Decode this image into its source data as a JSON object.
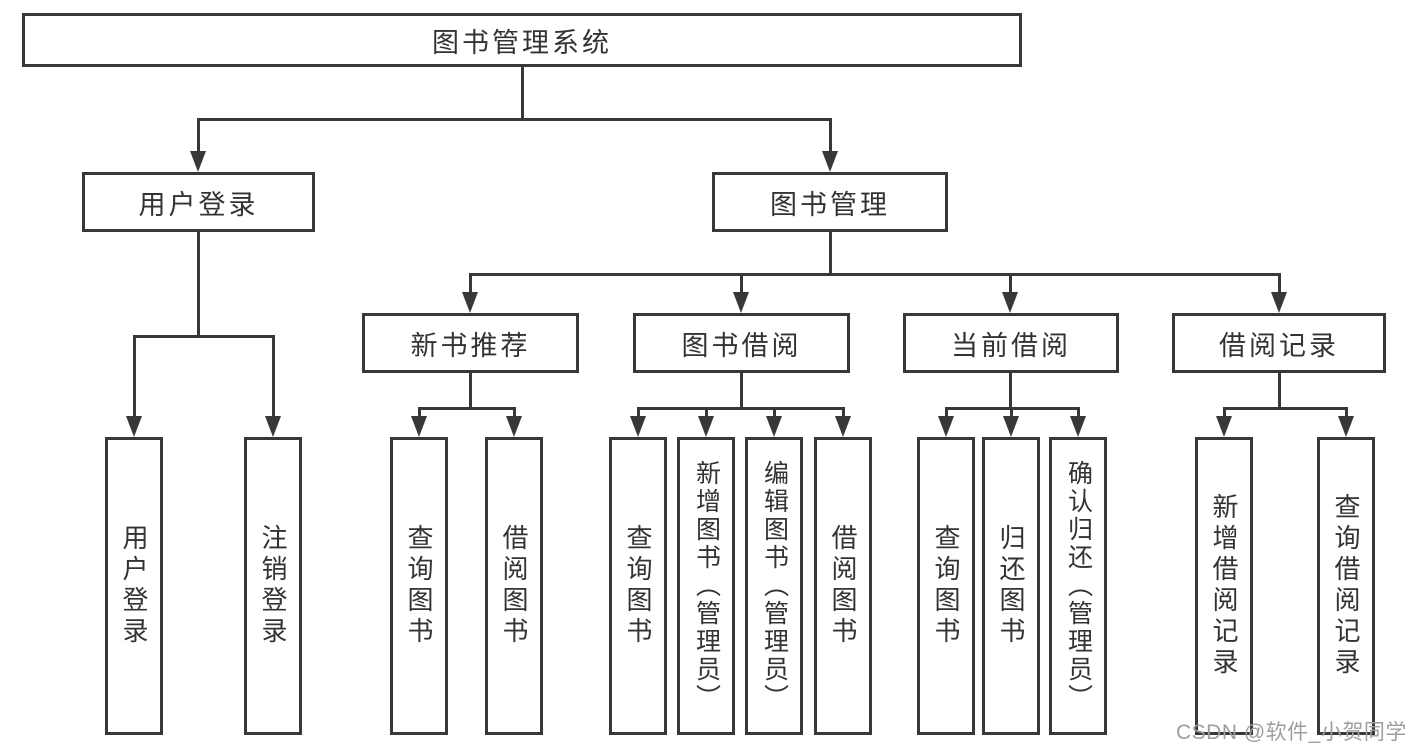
{
  "tree": {
    "root": {
      "label": "图书管理系统"
    },
    "level2": [
      {
        "label": "用户登录"
      },
      {
        "label": "图书管理"
      }
    ],
    "level3": [
      {
        "label": "新书推荐",
        "parent": "图书管理"
      },
      {
        "label": "图书借阅",
        "parent": "图书管理"
      },
      {
        "label": "当前借阅",
        "parent": "图书管理"
      },
      {
        "label": "借阅记录",
        "parent": "图书管理"
      }
    ],
    "leaves": [
      {
        "label": "用户登录",
        "parent": "用户登录"
      },
      {
        "label": "注销登录",
        "parent": "用户登录"
      },
      {
        "label": "查询图书",
        "parent": "新书推荐"
      },
      {
        "label": "借阅图书",
        "parent": "新书推荐"
      },
      {
        "label": "查询图书",
        "parent": "图书借阅"
      },
      {
        "label": "新增图书（管理员）",
        "parent": "图书借阅"
      },
      {
        "label": "编辑图书（管理员）",
        "parent": "图书借阅"
      },
      {
        "label": "借阅图书",
        "parent": "图书借阅"
      },
      {
        "label": "查询图书",
        "parent": "当前借阅"
      },
      {
        "label": "归还图书",
        "parent": "当前借阅"
      },
      {
        "label": "确认归还（管理员）",
        "parent": "当前借阅"
      },
      {
        "label": "新增借阅记录",
        "parent": "借阅记录"
      },
      {
        "label": "查询借阅记录",
        "parent": "借阅记录"
      }
    ]
  },
  "watermark": {
    "text": "CSDN @软件_小贺同学"
  },
  "colors": {
    "line": "#383838",
    "text": "#333333",
    "watermark": "#9e9e9e",
    "background": "#ffffff"
  }
}
